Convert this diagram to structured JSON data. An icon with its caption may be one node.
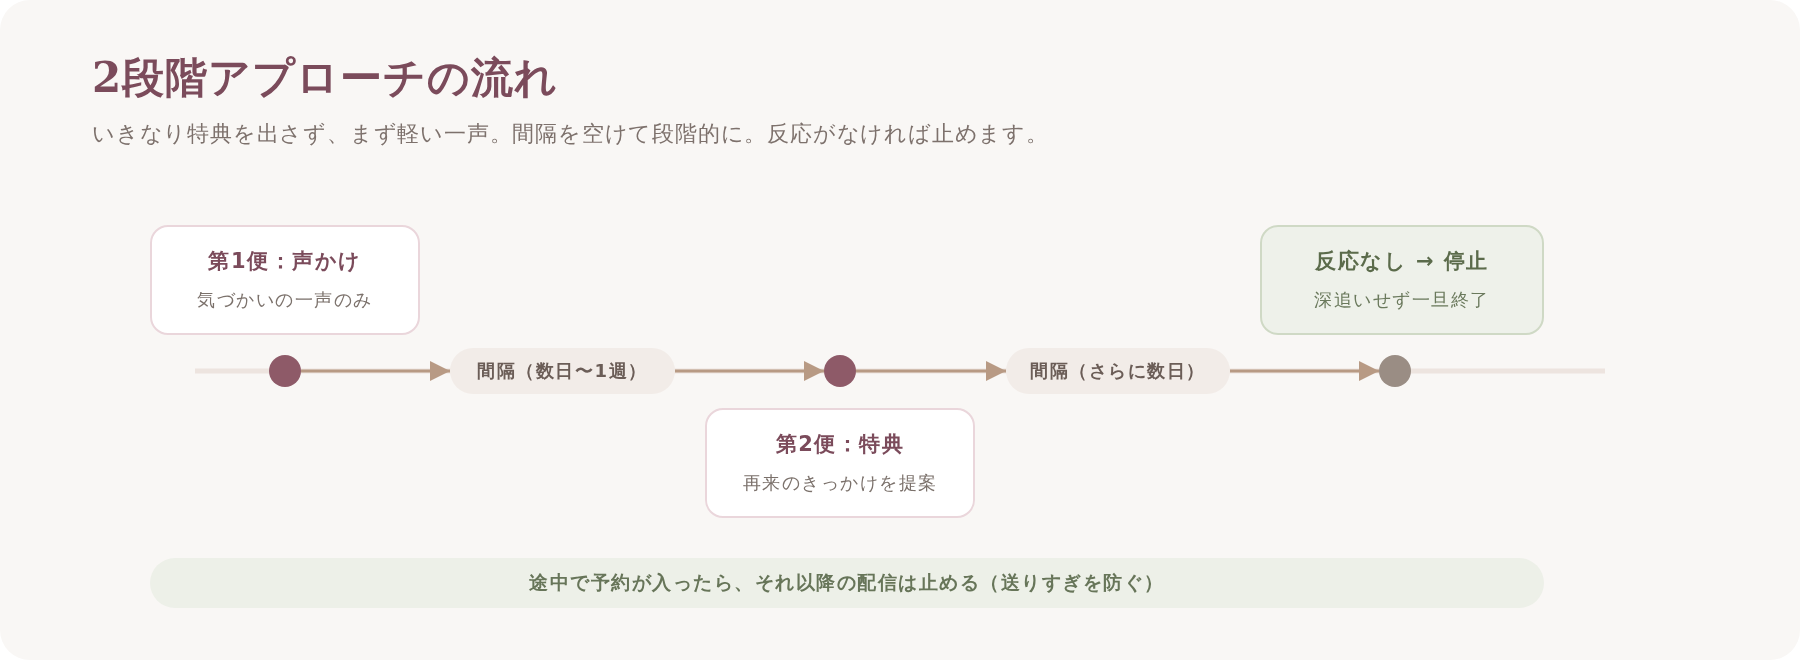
{
  "diagram": {
    "title": "2段階アプローチの流れ",
    "nodes": [
      {
        "text": [
          "第1便：声かけ",
          "気づかいの一声のみ"
        ]
      },
      {
        "text": [],
        "shape": "circle"
      },
      {
        "text": [
          "間隔（数日〜1週）"
        ]
      },
      {
        "text": [],
        "shape": "circle"
      },
      {
        "text": [
          "第2便：特典",
          "再来のきっかけを提案"
        ]
      },
      {
        "text": [
          "間隔（さらに数日）"
        ]
      },
      {
        "text": [],
        "shape": "circle"
      },
      {
        "text": [
          "反応なし → 停止",
          "深追いせず一旦終了"
        ]
      },
      {
        "text": [
          "途中で予約が入ったら、それ以降の配信は止める（送りすぎを防ぐ）"
        ]
      }
    ],
    "edges": [
      {
        "from": 1,
        "to": 2,
        "arrow": "to"
      },
      {
        "from": 2,
        "to": 3,
        "arrow": "to"
      },
      {
        "from": 3,
        "to": 5,
        "arrow": "to"
      },
      {
        "from": 5,
        "to": 6,
        "arrow": "to"
      }
    ],
    "labels": [
      "いきなり特典を出さず、まず軽い一声。間隔を空けて段階的に。反応がなければ止めます。"
    ]
  }
}
